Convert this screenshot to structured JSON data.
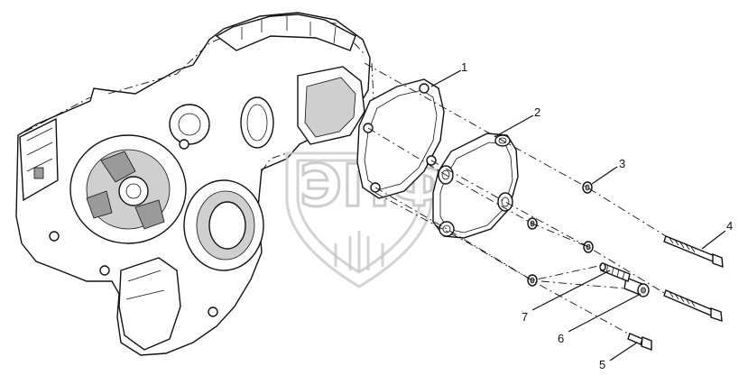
{
  "callouts": [
    {
      "id": "1",
      "label": "1"
    },
    {
      "id": "2",
      "label": "2"
    },
    {
      "id": "3",
      "label": "3"
    },
    {
      "id": "4",
      "label": "4"
    },
    {
      "id": "5",
      "label": "5"
    },
    {
      "id": "6",
      "label": "6"
    },
    {
      "id": "7",
      "label": "7"
    }
  ],
  "watermark": {
    "logo_text": "ЭПФ"
  }
}
